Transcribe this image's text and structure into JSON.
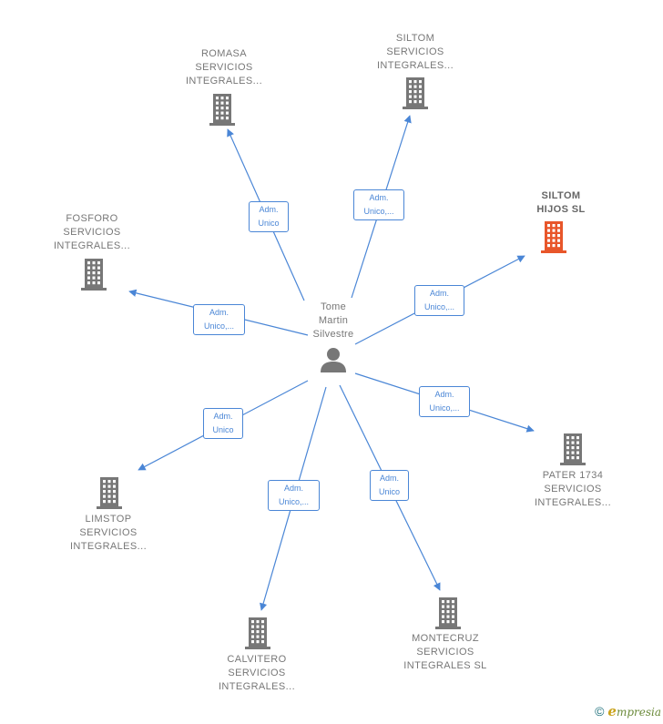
{
  "center": {
    "lines": [
      "Tome",
      "Martin",
      "Silvestre"
    ],
    "icon": "person-icon"
  },
  "companies": [
    {
      "id": "romasa",
      "lines": [
        "ROMASA",
        "SERVICIOS",
        "INTEGRALES..."
      ],
      "role": [
        "Adm.",
        "Unico"
      ],
      "icon": "building-icon",
      "highlight": false
    },
    {
      "id": "siltom-servicios",
      "lines": [
        "SILTOM",
        "SERVICIOS",
        "INTEGRALES..."
      ],
      "role": [
        "Adm.",
        "Unico,..."
      ],
      "icon": "building-icon",
      "highlight": false
    },
    {
      "id": "siltom-hijos",
      "lines": [
        "SILTOM",
        "HIJOS  SL"
      ],
      "role": [
        "Adm.",
        "Unico,..."
      ],
      "icon": "building-icon",
      "highlight": true
    },
    {
      "id": "fosforo",
      "lines": [
        "FOSFORO",
        "SERVICIOS",
        "INTEGRALES..."
      ],
      "role": [
        "Adm.",
        "Unico,..."
      ],
      "icon": "building-icon",
      "highlight": false
    },
    {
      "id": "pater-1734",
      "lines": [
        "PATER 1734",
        "SERVICIOS",
        "INTEGRALES..."
      ],
      "role": [
        "Adm.",
        "Unico,..."
      ],
      "icon": "building-icon",
      "highlight": false
    },
    {
      "id": "limstop",
      "lines": [
        "LIMSTOP",
        "SERVICIOS",
        "INTEGRALES..."
      ],
      "role": [
        "Adm.",
        "Unico"
      ],
      "icon": "building-icon",
      "highlight": false
    },
    {
      "id": "montecruz",
      "lines": [
        "MONTECRUZ",
        "SERVICIOS",
        "INTEGRALES SL"
      ],
      "role": [
        "Adm.",
        "Unico"
      ],
      "icon": "building-icon",
      "highlight": false
    },
    {
      "id": "calvitero",
      "lines": [
        "CALVITERO",
        "SERVICIOS",
        "INTEGRALES..."
      ],
      "role": [
        "Adm.",
        "Unico,..."
      ],
      "icon": "building-icon",
      "highlight": false
    }
  ],
  "colors": {
    "edge": "#4a86d6",
    "building": "#777777",
    "building_highlight": "#e8562a",
    "person": "#777777"
  },
  "footer": {
    "copyright": "©",
    "brand_initial": "e",
    "brand_rest": "mpresia"
  }
}
